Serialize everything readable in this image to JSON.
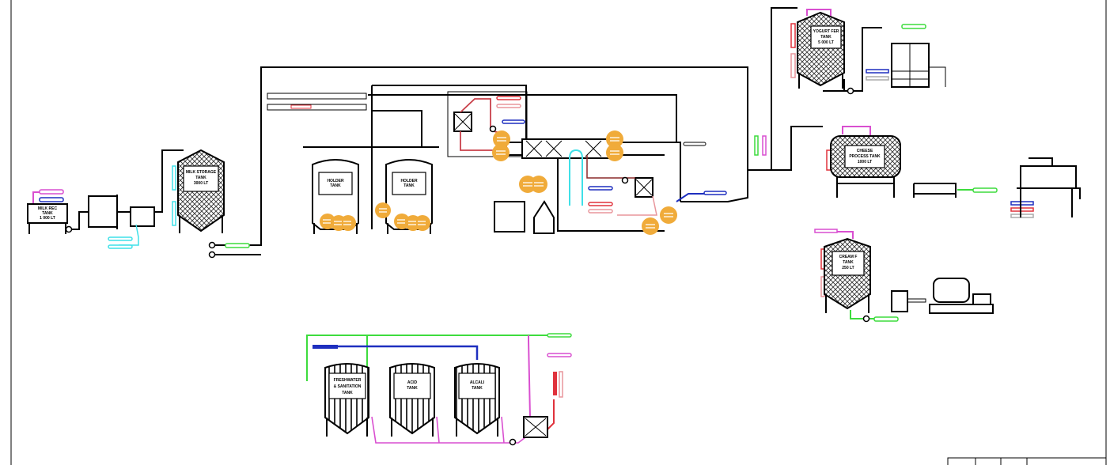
{
  "diagram": {
    "tanks": {
      "milk_reception": [
        "MILK REC",
        "TANK",
        "1 000 LT"
      ],
      "milk_storage": [
        "MILK STORAGE",
        "TANK",
        "3000 LT"
      ],
      "holder_1": [
        "HOLDER",
        "TANK"
      ],
      "holder_2": [
        "HOLDER",
        "TANK"
      ],
      "yogurt": [
        "YOGURT FER",
        "TANK",
        "5 000 LT"
      ],
      "cheese": [
        "CHEESE",
        "PROCESS TANK",
        "1000 LT"
      ],
      "cream": [
        "CREAM F",
        "TANK",
        "250 LT"
      ],
      "freshwater": [
        "FRESHWATER",
        "& SANITATION",
        "TANK"
      ],
      "acid": [
        "ACID",
        "TANK"
      ],
      "alcali": [
        "ALCALI",
        "TANK"
      ]
    },
    "colors": {
      "process_line": "#000000",
      "hot_water": "#e0323c",
      "return_hot": "#e8969c",
      "cold_water": "#1e2fbf",
      "steam_cip": "#d94fd0",
      "cip_supply": "#3ddc3d",
      "glycol": "#3fe0e8",
      "annotation_bubble": "#f0ab3a"
    }
  }
}
